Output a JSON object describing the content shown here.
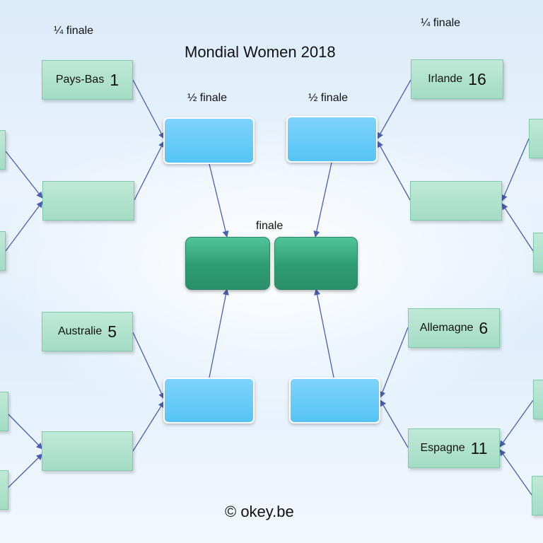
{
  "title": "Mondial Women 2018",
  "labels": {
    "quarter_left": "¼ finale",
    "quarter_right": "¼ finale",
    "semi_left": "½ finale",
    "semi_right": "½ finale",
    "final": "finale"
  },
  "teams": {
    "top_left": {
      "name": "Pays-Bas",
      "seed": "1"
    },
    "top_right": {
      "name": "Irlande",
      "seed": "16"
    },
    "bottom_left": {
      "name": "Australie",
      "seed": "5"
    },
    "bottom_right_upper": {
      "name": "Allemagne",
      "seed": "6"
    },
    "bottom_right_lower": {
      "name": "Espagne",
      "seed": "11"
    }
  },
  "footer": "© okey.be",
  "colors": {
    "quarter_box": "#a3dcc4",
    "semi_box": "#55c4f5",
    "final_box": "#2e9c74",
    "connector": "#4a5fb0"
  }
}
